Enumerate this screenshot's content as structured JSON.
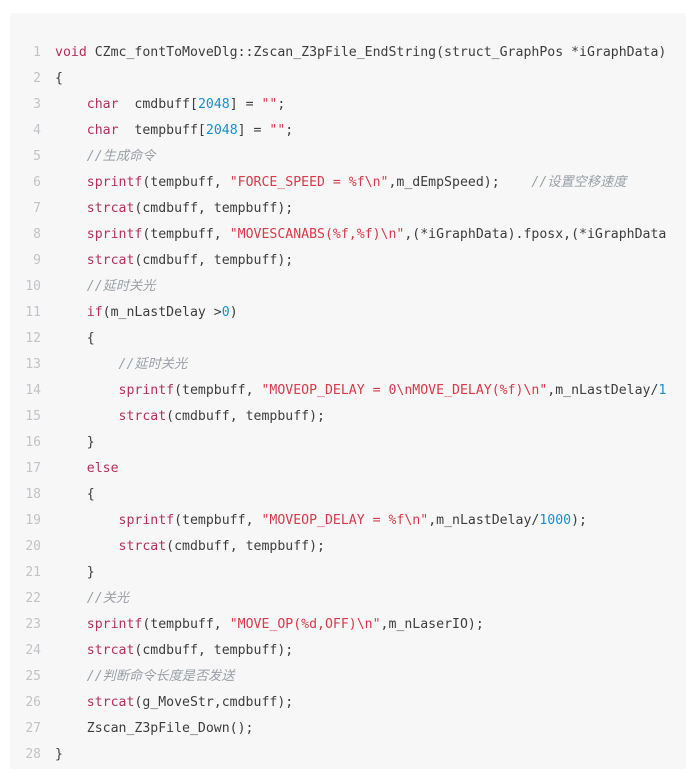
{
  "code_block": {
    "language": "c++",
    "colors": {
      "background": "#f7f7f8",
      "line_number": "#c2c2c8",
      "default": "#3d3d3d",
      "keyword": "#b4305d",
      "function": "#b4305d",
      "string": "#d73a49",
      "number": "#1790c9",
      "comment": "#9aa0a6"
    },
    "lines": [
      {
        "number": "1",
        "tokens": [
          {
            "kind": "keyword",
            "text": "void"
          },
          {
            "kind": "default",
            "text": " CZmc_fontToMoveDlg::Zscan_Z3pFile_EndString(struct_GraphPos *iGraphData)"
          }
        ]
      },
      {
        "number": "2",
        "tokens": [
          {
            "kind": "default",
            "text": "{"
          }
        ]
      },
      {
        "number": "3",
        "tokens": [
          {
            "kind": "default",
            "text": "    "
          },
          {
            "kind": "type",
            "text": "char"
          },
          {
            "kind": "default",
            "text": "  cmdbuff["
          },
          {
            "kind": "number",
            "text": "2048"
          },
          {
            "kind": "default",
            "text": "] = "
          },
          {
            "kind": "string",
            "text": "\"\""
          },
          {
            "kind": "default",
            "text": ";"
          }
        ]
      },
      {
        "number": "4",
        "tokens": [
          {
            "kind": "default",
            "text": "    "
          },
          {
            "kind": "type",
            "text": "char"
          },
          {
            "kind": "default",
            "text": "  tempbuff["
          },
          {
            "kind": "number",
            "text": "2048"
          },
          {
            "kind": "default",
            "text": "] = "
          },
          {
            "kind": "string",
            "text": "\"\""
          },
          {
            "kind": "default",
            "text": ";"
          }
        ]
      },
      {
        "number": "5",
        "tokens": [
          {
            "kind": "default",
            "text": "    "
          },
          {
            "kind": "comment",
            "text": "//生成命令"
          }
        ]
      },
      {
        "number": "6",
        "tokens": [
          {
            "kind": "default",
            "text": "    "
          },
          {
            "kind": "function",
            "text": "sprintf"
          },
          {
            "kind": "default",
            "text": "(tempbuff, "
          },
          {
            "kind": "string",
            "text": "\"FORCE_SPEED = %f\\n\""
          },
          {
            "kind": "default",
            "text": ",m_dEmpSpeed);    "
          },
          {
            "kind": "comment",
            "text": "//设置空移速度"
          }
        ]
      },
      {
        "number": "7",
        "tokens": [
          {
            "kind": "default",
            "text": "    "
          },
          {
            "kind": "function",
            "text": "strcat"
          },
          {
            "kind": "default",
            "text": "(cmdbuff, tempbuff);"
          }
        ]
      },
      {
        "number": "8",
        "tokens": [
          {
            "kind": "default",
            "text": "    "
          },
          {
            "kind": "function",
            "text": "sprintf"
          },
          {
            "kind": "default",
            "text": "(tempbuff, "
          },
          {
            "kind": "string",
            "text": "\"MOVESCANABS(%f,%f)\\n\""
          },
          {
            "kind": "default",
            "text": ",(*iGraphData).fposx,(*iGraphData"
          }
        ]
      },
      {
        "number": "9",
        "tokens": [
          {
            "kind": "default",
            "text": "    "
          },
          {
            "kind": "function",
            "text": "strcat"
          },
          {
            "kind": "default",
            "text": "(cmdbuff, tempbuff);"
          }
        ]
      },
      {
        "number": "10",
        "tokens": [
          {
            "kind": "default",
            "text": "    "
          },
          {
            "kind": "comment",
            "text": "//延时关光"
          }
        ]
      },
      {
        "number": "11",
        "tokens": [
          {
            "kind": "default",
            "text": "    "
          },
          {
            "kind": "keyword",
            "text": "if"
          },
          {
            "kind": "default",
            "text": "(m_nLastDelay >"
          },
          {
            "kind": "number",
            "text": "0"
          },
          {
            "kind": "default",
            "text": ")"
          }
        ]
      },
      {
        "number": "12",
        "tokens": [
          {
            "kind": "default",
            "text": "    {"
          }
        ]
      },
      {
        "number": "13",
        "tokens": [
          {
            "kind": "default",
            "text": "        "
          },
          {
            "kind": "comment",
            "text": "//延时关光"
          }
        ]
      },
      {
        "number": "14",
        "tokens": [
          {
            "kind": "default",
            "text": "        "
          },
          {
            "kind": "function",
            "text": "sprintf"
          },
          {
            "kind": "default",
            "text": "(tempbuff, "
          },
          {
            "kind": "string",
            "text": "\"MOVEOP_DELAY = 0\\nMOVE_DELAY(%f)\\n\""
          },
          {
            "kind": "default",
            "text": ",m_nLastDelay/"
          },
          {
            "kind": "number",
            "text": "1"
          }
        ]
      },
      {
        "number": "15",
        "tokens": [
          {
            "kind": "default",
            "text": "        "
          },
          {
            "kind": "function",
            "text": "strcat"
          },
          {
            "kind": "default",
            "text": "(cmdbuff, tempbuff);"
          }
        ]
      },
      {
        "number": "16",
        "tokens": [
          {
            "kind": "default",
            "text": "    }"
          }
        ]
      },
      {
        "number": "17",
        "tokens": [
          {
            "kind": "default",
            "text": "    "
          },
          {
            "kind": "keyword",
            "text": "else"
          }
        ]
      },
      {
        "number": "18",
        "tokens": [
          {
            "kind": "default",
            "text": "    {"
          }
        ]
      },
      {
        "number": "19",
        "tokens": [
          {
            "kind": "default",
            "text": "        "
          },
          {
            "kind": "function",
            "text": "sprintf"
          },
          {
            "kind": "default",
            "text": "(tempbuff, "
          },
          {
            "kind": "string",
            "text": "\"MOVEOP_DELAY = %f\\n\""
          },
          {
            "kind": "default",
            "text": ",m_nLastDelay/"
          },
          {
            "kind": "number",
            "text": "1000"
          },
          {
            "kind": "default",
            "text": ");"
          }
        ]
      },
      {
        "number": "20",
        "tokens": [
          {
            "kind": "default",
            "text": "        "
          },
          {
            "kind": "function",
            "text": "strcat"
          },
          {
            "kind": "default",
            "text": "(cmdbuff, tempbuff);"
          }
        ]
      },
      {
        "number": "21",
        "tokens": [
          {
            "kind": "default",
            "text": "    }"
          }
        ]
      },
      {
        "number": "22",
        "tokens": [
          {
            "kind": "default",
            "text": "    "
          },
          {
            "kind": "comment",
            "text": "//关光"
          }
        ]
      },
      {
        "number": "23",
        "tokens": [
          {
            "kind": "default",
            "text": "    "
          },
          {
            "kind": "function",
            "text": "sprintf"
          },
          {
            "kind": "default",
            "text": "(tempbuff, "
          },
          {
            "kind": "string",
            "text": "\"MOVE_OP(%d,OFF)\\n\""
          },
          {
            "kind": "default",
            "text": ",m_nLaserIO);"
          }
        ]
      },
      {
        "number": "24",
        "tokens": [
          {
            "kind": "default",
            "text": "    "
          },
          {
            "kind": "function",
            "text": "strcat"
          },
          {
            "kind": "default",
            "text": "(cmdbuff, tempbuff);"
          }
        ]
      },
      {
        "number": "25",
        "tokens": [
          {
            "kind": "default",
            "text": "    "
          },
          {
            "kind": "comment",
            "text": "//判断命令长度是否发送"
          }
        ]
      },
      {
        "number": "26",
        "tokens": [
          {
            "kind": "default",
            "text": "    "
          },
          {
            "kind": "function",
            "text": "strcat"
          },
          {
            "kind": "default",
            "text": "(g_MoveStr,cmdbuff);"
          }
        ]
      },
      {
        "number": "27",
        "tokens": [
          {
            "kind": "default",
            "text": "    Zscan_Z3pFile_Down();"
          }
        ]
      },
      {
        "number": "28",
        "tokens": [
          {
            "kind": "default",
            "text": "}"
          }
        ]
      }
    ]
  }
}
